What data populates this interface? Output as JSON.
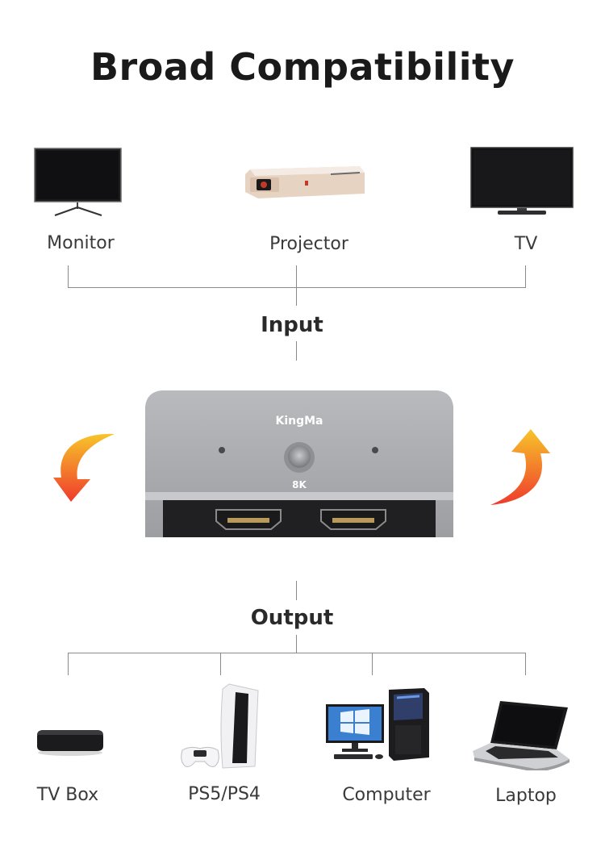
{
  "title": "Broad Compatibility",
  "input_devices": [
    {
      "label": "Monitor",
      "icon": "monitor-icon"
    },
    {
      "label": "Projector",
      "icon": "projector-icon"
    },
    {
      "label": "TV",
      "icon": "tv-icon"
    }
  ],
  "input_label": "Input",
  "switch": {
    "brand": "KingMa",
    "badge": "8K",
    "icon": "hdmi-switch-icon"
  },
  "output_label": "Output",
  "output_devices": [
    {
      "label": "TV Box",
      "icon": "tv-box-icon"
    },
    {
      "label": "PS5/PS4",
      "icon": "game-console-icon"
    },
    {
      "label": "Computer",
      "icon": "desktop-computer-icon"
    },
    {
      "label": "Laptop",
      "icon": "laptop-icon"
    }
  ],
  "colors": {
    "arrow_start": "#f7c52a",
    "arrow_end": "#ef3a2c",
    "switch_body": "#a8a9ac"
  }
}
